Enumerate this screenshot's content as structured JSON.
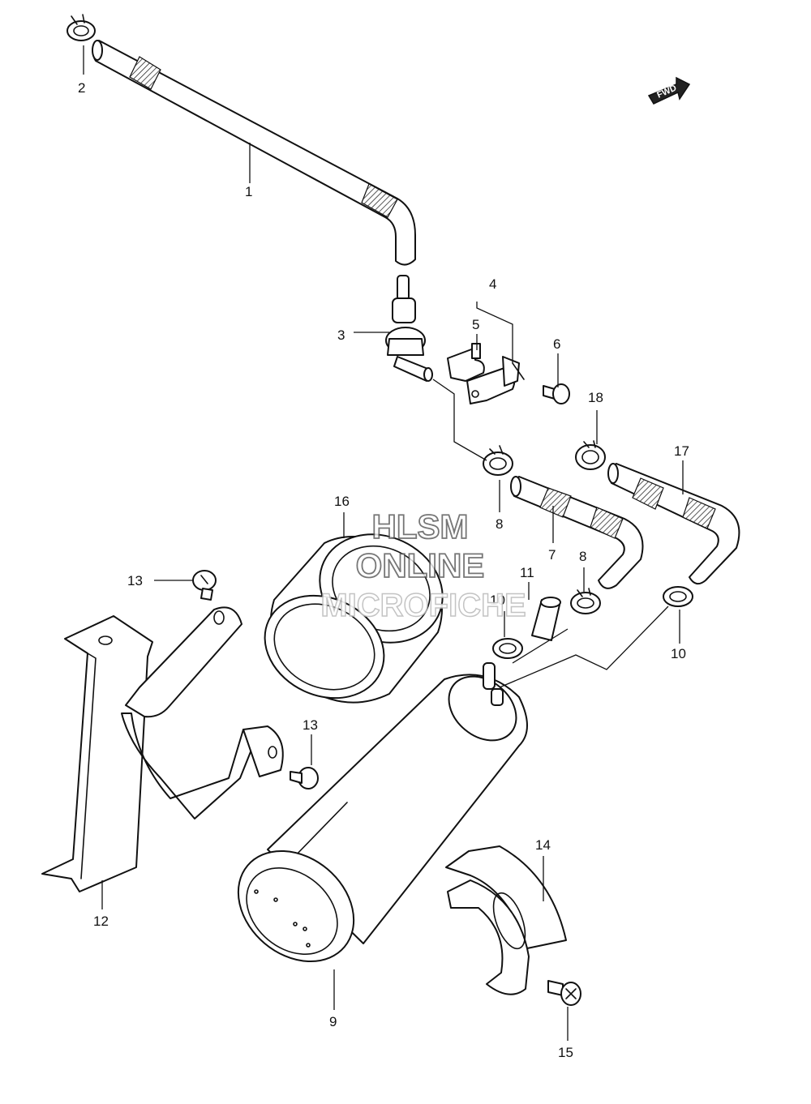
{
  "watermark": {
    "line1": "HLSM",
    "line2": "ONLINE",
    "line3": "MICROFICHE"
  },
  "direction_badge": {
    "label": "FWD"
  },
  "callouts": {
    "c1": "1",
    "c2": "2",
    "c3": "3",
    "c4": "4",
    "c5": "5",
    "c6": "6",
    "c7": "7",
    "c8a": "8",
    "c8b": "8",
    "c9": "9",
    "c10a": "10",
    "c10b": "10",
    "c11": "11",
    "c12": "12",
    "c13a": "13",
    "c13b": "13",
    "c14": "14",
    "c15": "15",
    "c16": "16",
    "c17": "17",
    "c18": "18"
  },
  "colors": {
    "ink": "#111111",
    "paper": "#ffffff",
    "badge": "#222222"
  }
}
